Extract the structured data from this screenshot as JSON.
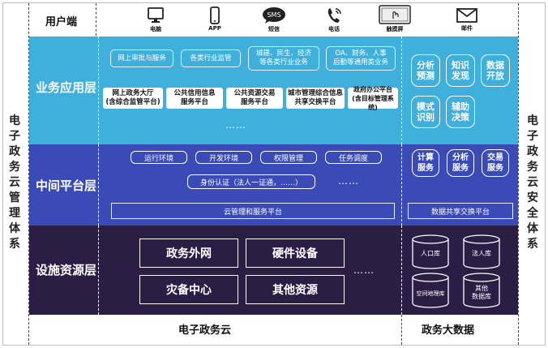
{
  "left_side_label": [
    "电",
    "子",
    "政",
    "务",
    "云",
    "管",
    "理",
    "体",
    "系"
  ],
  "right_side_label": [
    "电",
    "子",
    "政",
    "务",
    "云",
    "安",
    "全",
    "体",
    "系"
  ],
  "user_layer": {
    "label": "用户端",
    "icons": [
      {
        "name": "computer",
        "label": "电脑"
      },
      {
        "name": "phone-app",
        "label": "APP"
      },
      {
        "name": "sms",
        "label": "短信",
        "text": "SMS"
      },
      {
        "name": "telephone",
        "label": "电话"
      },
      {
        "name": "touchscreen",
        "label": "触摸屏"
      },
      {
        "name": "email",
        "label": "邮件"
      }
    ]
  },
  "business_layer": {
    "label": "业务应用层",
    "top_row": [
      "网上审批与服务",
      "各类行业监管",
      "城建、民生、经济\n等各类行业业务",
      "OA、财务、人事\n后勤等通用类业务"
    ],
    "bottom_row": [
      "网上政务大厅\n(含综合监管平台)",
      "公共信用信息\n服务平台",
      "公共资源交易\n服务平台",
      "城市管理综合信息\n共享交换平台",
      "政府办公平台\n(含目标管理系统)"
    ],
    "dots": "……",
    "analytics": [
      "分析\n预测",
      "知识\n发现",
      "数据\n开放",
      "模式\n识别",
      "辅助\n决策"
    ]
  },
  "middle_layer": {
    "label": "中间平台层",
    "pills": [
      "运行环境",
      "开发环境",
      "权限管理",
      "任务调度"
    ],
    "auth": "身份认证（法人一证通，……）",
    "cloud_bar": "云管理和服务平台",
    "services": [
      "计算\n服务",
      "分析\n服务",
      "交易\n服务"
    ],
    "exchange_bar": "数据共享交换平台",
    "dots": "……"
  },
  "infra_layer": {
    "label": "设施资源层",
    "boxes": [
      "政务外网",
      "硬件设备",
      "灾备中心",
      "其他资源"
    ],
    "dots": "……",
    "databases": [
      "人口库",
      "法人库",
      "空间地理库",
      "其他\n数据库"
    ]
  },
  "bottom": {
    "left": "电子政务云",
    "right": "政务大数据"
  },
  "colors": {
    "business_bg": "#3fb0dc",
    "middle_bg": "#3a4bb8",
    "infra_bg": "#2c1d45"
  }
}
